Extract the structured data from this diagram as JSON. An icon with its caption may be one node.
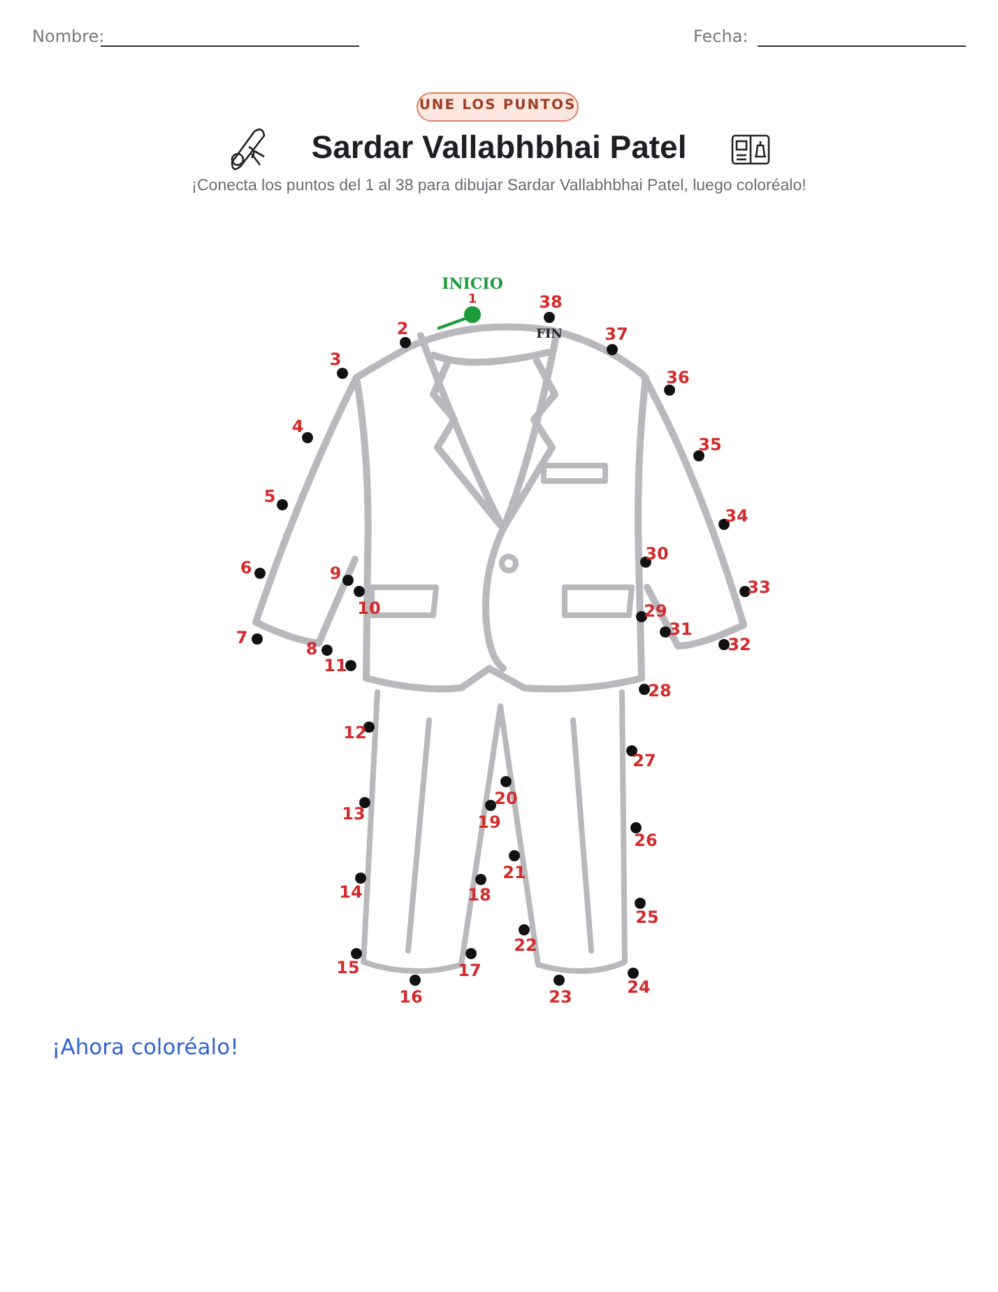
{
  "diagram": {
    "title": "Sardar Vallabhbhai Patel",
    "nodes": [
      {
        "text": [],
        "shape": "circle",
        "beside": [
          "1",
          "INICIO"
        ]
      },
      {
        "text": [],
        "shape": "circle",
        "beside": [
          "2"
        ]
      },
      {
        "text": [],
        "shape": "circle",
        "beside": [
          "3"
        ]
      },
      {
        "text": [],
        "shape": "circle",
        "beside": [
          "4"
        ]
      },
      {
        "text": [],
        "shape": "circle",
        "beside": [
          "5"
        ]
      },
      {
        "text": [],
        "shape": "circle",
        "beside": [
          "6"
        ]
      },
      {
        "text": [],
        "shape": "circle",
        "beside": [
          "7"
        ]
      },
      {
        "text": [],
        "shape": "circle",
        "beside": [
          "8"
        ]
      },
      {
        "text": [],
        "shape": "circle",
        "beside": [
          "9"
        ]
      },
      {
        "text": [],
        "shape": "circle",
        "beside": [
          "10"
        ]
      },
      {
        "text": [],
        "shape": "circle",
        "beside": [
          "11"
        ]
      },
      {
        "text": [],
        "shape": "circle",
        "beside": [
          "12"
        ]
      },
      {
        "text": [],
        "shape": "circle",
        "beside": [
          "13"
        ]
      },
      {
        "text": [],
        "shape": "circle",
        "beside": [
          "14"
        ]
      },
      {
        "text": [],
        "shape": "circle",
        "beside": [
          "15"
        ]
      },
      {
        "text": [],
        "shape": "circle",
        "beside": [
          "16"
        ]
      },
      {
        "text": [],
        "shape": "circle",
        "beside": [
          "17"
        ]
      },
      {
        "text": [],
        "shape": "circle",
        "beside": [
          "18"
        ]
      },
      {
        "text": [],
        "shape": "circle",
        "beside": [
          "19"
        ]
      },
      {
        "text": [],
        "shape": "circle",
        "beside": [
          "20"
        ]
      },
      {
        "text": [],
        "shape": "circle",
        "beside": [
          "21"
        ]
      },
      {
        "text": [],
        "shape": "circle",
        "beside": [
          "22"
        ]
      },
      {
        "text": [],
        "shape": "circle",
        "beside": [
          "23"
        ]
      },
      {
        "text": [],
        "shape": "circle",
        "beside": [
          "24"
        ]
      },
      {
        "text": [],
        "shape": "circle",
        "beside": [
          "25"
        ]
      },
      {
        "text": [],
        "shape": "circle",
        "beside": [
          "26"
        ]
      },
      {
        "text": [],
        "shape": "circle",
        "beside": [
          "27"
        ]
      },
      {
        "text": [],
        "shape": "circle",
        "beside": [
          "28"
        ]
      },
      {
        "text": [],
        "shape": "circle",
        "beside": [
          "29"
        ]
      },
      {
        "text": [],
        "shape": "circle",
        "beside": [
          "30"
        ]
      },
      {
        "text": [],
        "shape": "circle",
        "beside": [
          "31"
        ]
      },
      {
        "text": [],
        "shape": "circle",
        "beside": [
          "32"
        ]
      },
      {
        "text": [],
        "shape": "circle",
        "beside": [
          "33"
        ]
      },
      {
        "text": [],
        "shape": "circle",
        "beside": [
          "34"
        ]
      },
      {
        "text": [],
        "shape": "circle",
        "beside": [
          "35"
        ]
      },
      {
        "text": [],
        "shape": "circle",
        "beside": [
          "36"
        ]
      },
      {
        "text": [],
        "shape": "circle",
        "beside": [
          "37"
        ]
      },
      {
        "text": [],
        "shape": "circle",
        "beside": [
          "38",
          "FIN"
        ]
      }
    ],
    "labels": [
      "Nombre:",
      "Fecha:",
      "UNE LOS PUNTOS",
      "¡Conecta los puntos del 1 al 38 para dibujar Sardar Vallabhbhai Patel, luego coloréalo!",
      "¡Ahora coloréalo!"
    ]
  }
}
